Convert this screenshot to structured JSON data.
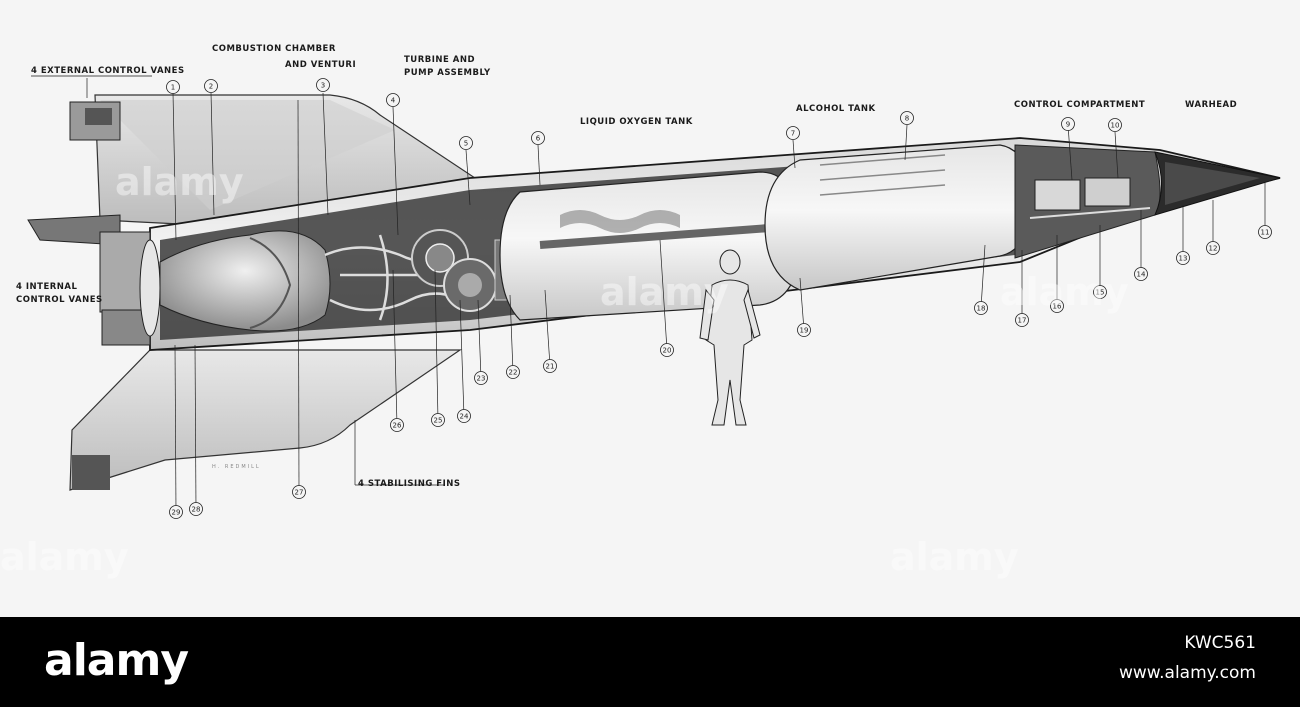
{
  "labels": {
    "external_vanes": "4 EXTERNAL CONTROL VANES",
    "combustion_1": "COMBUSTION CHAMBER",
    "combustion_2": "AND VENTURI",
    "turbine_1": "TURBINE AND",
    "turbine_2": "PUMP ASSEMBLY",
    "lox_tank": "LIQUID OXYGEN TANK",
    "alcohol_tank": "ALCOHOL TANK",
    "control_compartment": "CONTROL COMPARTMENT",
    "warhead": "WARHEAD",
    "internal_vanes_1": "4 INTERNAL",
    "internal_vanes_2": "CONTROL VANES",
    "stabilising_fins": "4 STABILISING FINS",
    "artist_signature": "H. REDMILL"
  },
  "callout_numbers": [
    "1",
    "2",
    "3",
    "4",
    "5",
    "6",
    "7",
    "8",
    "9",
    "10",
    "11",
    "12",
    "13",
    "14",
    "15",
    "16",
    "17",
    "18",
    "19",
    "20",
    "21",
    "22",
    "23",
    "24",
    "25",
    "26",
    "27",
    "28",
    "29"
  ],
  "watermark": "alamy",
  "footer": {
    "brand": "alamy",
    "image_id": "KWC561",
    "site": "www.alamy.com"
  },
  "colors": {
    "poster_bg": "#f5f5f5",
    "ink": "#1a1a1a",
    "footer_bg": "#000000"
  }
}
